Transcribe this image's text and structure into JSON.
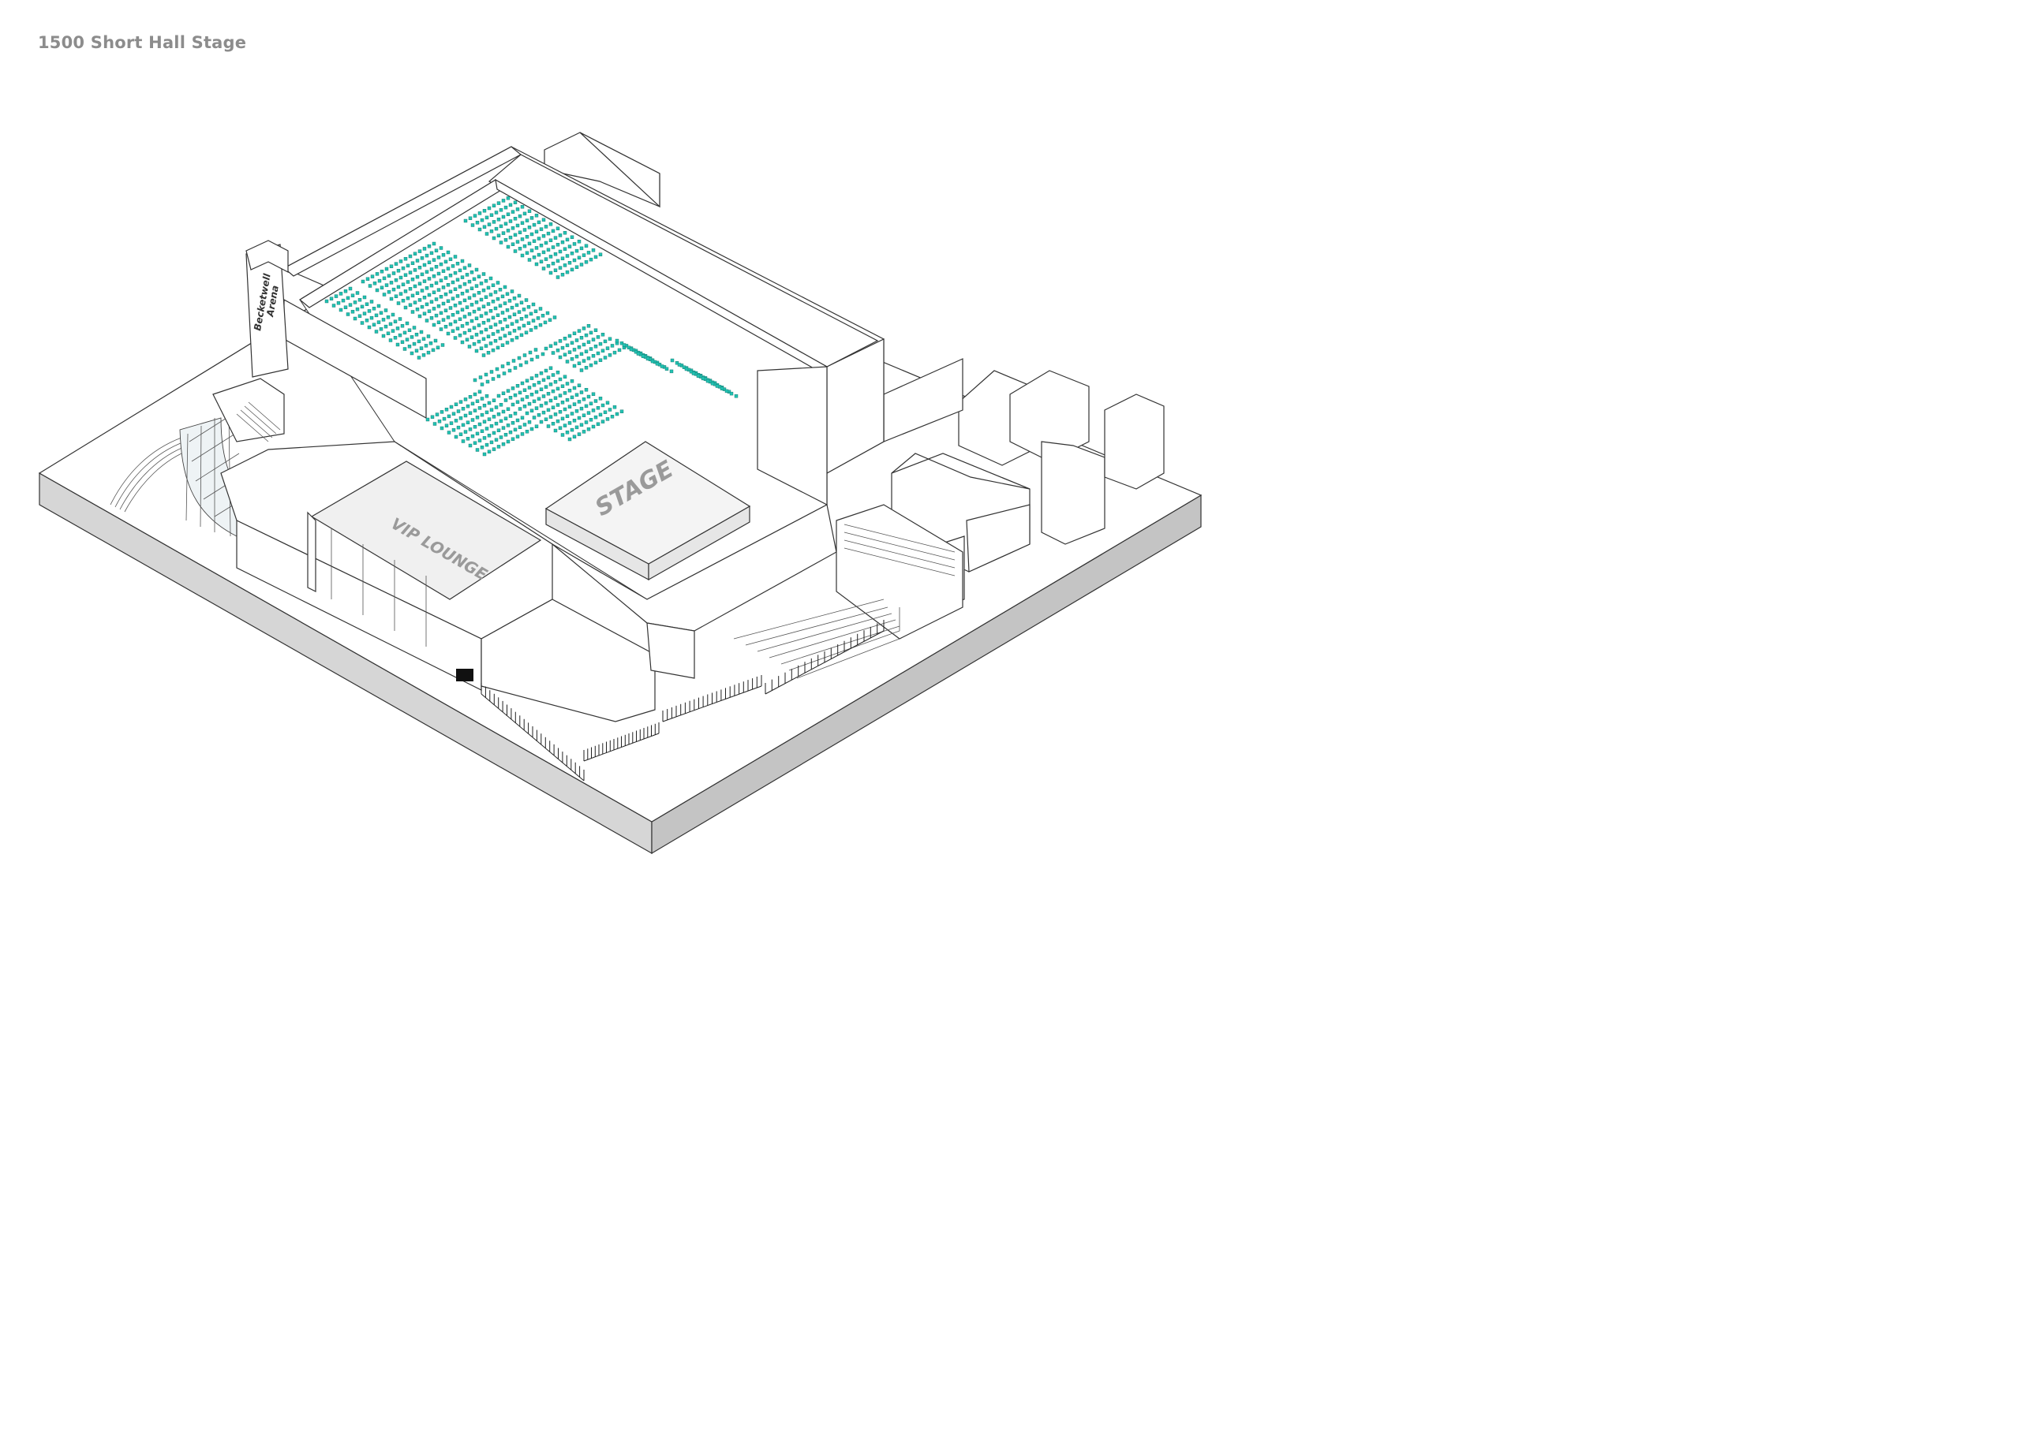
{
  "title": "1500 Short Hall Stage",
  "labels": {
    "stage": "STAGE",
    "vip_lounge": "VIP LOUNGE",
    "sign_line1": "Becketwell",
    "sign_line2": "Arena"
  },
  "colors": {
    "seats": "#22c2b2",
    "title": "#8c8c8c",
    "label": "#9a9a9a"
  }
}
